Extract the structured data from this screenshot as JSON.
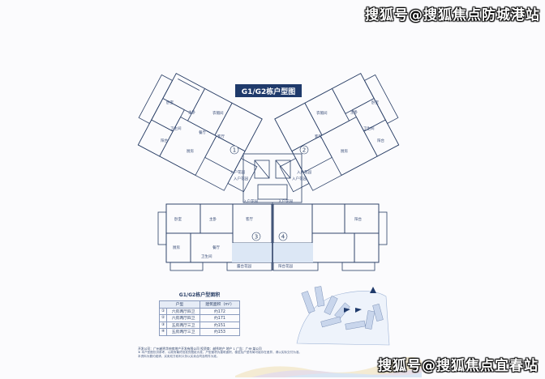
{
  "plan": {
    "title": "G1/G2栋户型图",
    "unit_numbers": [
      "1",
      "2",
      "3",
      "4"
    ],
    "rooms_upper_left": [
      "卧室",
      "主卧",
      "衣帽间",
      "客厅",
      "餐厅",
      "厨房",
      "卫生间",
      "入户花园",
      "阳台"
    ],
    "rooms_upper_right": [
      "主卧",
      "卧室",
      "衣帽间",
      "客厅",
      "厨房",
      "卫生间",
      "入户花园",
      "阳台"
    ],
    "rooms_lower": [
      "卧室",
      "主卧",
      "客厅",
      "餐厅",
      "厨房",
      "卫生间",
      "入户花园",
      "入户花园",
      "阳台",
      "露台花园",
      "阳台花园"
    ],
    "core_labels": [
      "入户花园",
      "入户花园"
    ]
  },
  "area_table": {
    "title": "G1/G2栋户型面积",
    "headers": [
      "户型",
      "建筑面积（m²）"
    ],
    "rows": [
      {
        "unit": "①",
        "type": "六房两厅四卫",
        "area": "约172"
      },
      {
        "unit": "②",
        "type": "六房两厅四卫",
        "area": "约171"
      },
      {
        "unit": "③",
        "type": "五房两厅三卫",
        "area": "约151"
      },
      {
        "unit": "④",
        "type": "五房两厅三卫",
        "area": "约153"
      }
    ]
  },
  "footnote": {
    "developer_line": "开发公司：广州越秀华府房地产开发有限公司  投资商：越秀地产  地产 1  广告：广州·某公司",
    "note_line1": "★ 本户型图仅供参考，以政府最终批准的图纸为准，户型面积为建筑面积，楼层及户型布局可能存在差异，请以实际交付为准。",
    "note_line2": "本资料为要约邀请，买卖双方权利义务以买卖合同及附件为准。"
  },
  "watermarks": {
    "top": "搜狐号@搜狐焦点防城港站",
    "bottom": "搜狐号@搜狐焦点宜春站"
  },
  "colors": {
    "line": "#2a3f66",
    "title_bg": "#1f3a6b",
    "highlight": "#8fb3e0"
  }
}
